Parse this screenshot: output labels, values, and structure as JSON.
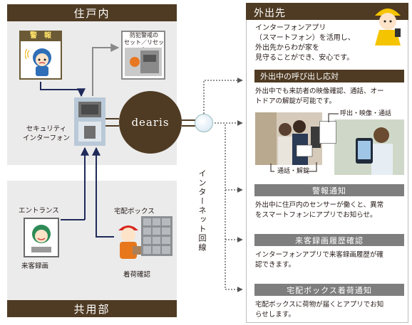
{
  "home": {
    "title": "住戸内",
    "alarm_label": "警　報",
    "crime_label": "防犯警戒の\nセット／リセット",
    "intercom_label": "セキュリティ\nインターフォン",
    "brand": "dearis"
  },
  "common": {
    "title": "共用部",
    "entrance_label": "エントランス",
    "record_label": "来客録画",
    "delivery_box_label": "宅配ボックス",
    "delivery_check_label": "着荷確認"
  },
  "network_label": "インターネット回線",
  "outside": {
    "title": "外出先",
    "intro": "インターフォンアプリ\n（スマートフォン）を活用し、\n外出先からわが家を\n見守ることができ、安心です。",
    "call": {
      "title": "外出中の呼び出し応対",
      "text": "外出中でも来訪者の映像確認、通話、オー\nトドアの解錠が可能です。",
      "callout_top": "呼出・映像・通話",
      "callout_bottom": "通話・解錠"
    },
    "alarm_notice": {
      "title": "警報通知",
      "text": "外出中に住戸内のセンサーが働くと、異常\nをスマートフォンにアプリでお知らせ。"
    },
    "history": {
      "title": "来客録画履歴確認",
      "text": "インターフォンアプリで来客録画履歴が確\n認できます。"
    },
    "delivery_notice": {
      "title": "宅配ボックス着荷通知",
      "text": "宅配ボックスに荷物が届くとアプリでお知\nらせします。"
    }
  },
  "colors": {
    "brown": "#4f3b23",
    "panel": "#ebebeb",
    "arrow": "#1f2a5a",
    "dotted": "#555555"
  }
}
